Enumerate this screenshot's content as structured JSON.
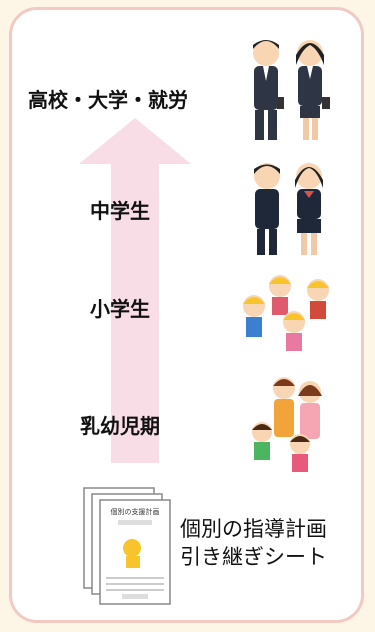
{
  "stages": {
    "adult": "高校・大学・就労",
    "junior_high": "中学生",
    "elementary": "小学生",
    "early_childhood": "乳幼児期"
  },
  "document": {
    "line1": "個別の指導計画",
    "line2": "引き継ぎシート",
    "sheet_title": "個別の支援計画"
  },
  "colors": {
    "card_border": "#f2c9c3",
    "arrow": "#f8dce6",
    "background": "#fdf6e6"
  }
}
